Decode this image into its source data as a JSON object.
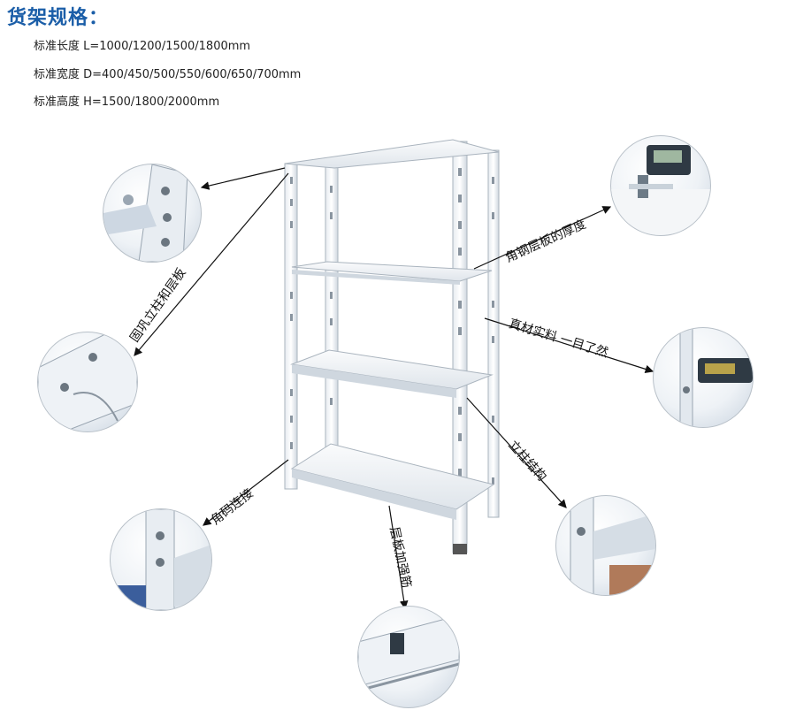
{
  "title": "货架规格：",
  "specs": [
    "标准长度 L=1000/1200/1500/1800mm",
    "标准宽度 D=400/450/500/550/600/650/700mm",
    "标准高度 H=1500/1800/2000mm"
  ],
  "callouts": {
    "fix": "固巩立柱和层板",
    "thickness": "角钢层板的厚度",
    "material": "真材实料 一目了然",
    "column": "立柱结构",
    "corner": "角码连接",
    "rib": "层板加强筋"
  },
  "details": [
    "bolt-detail",
    "caliper-thickness-detail",
    "caliper-material-detail",
    "upright-bolt-detail",
    "corner-bracket-detail",
    "shelf-rib-detail",
    "column-structure-detail"
  ]
}
